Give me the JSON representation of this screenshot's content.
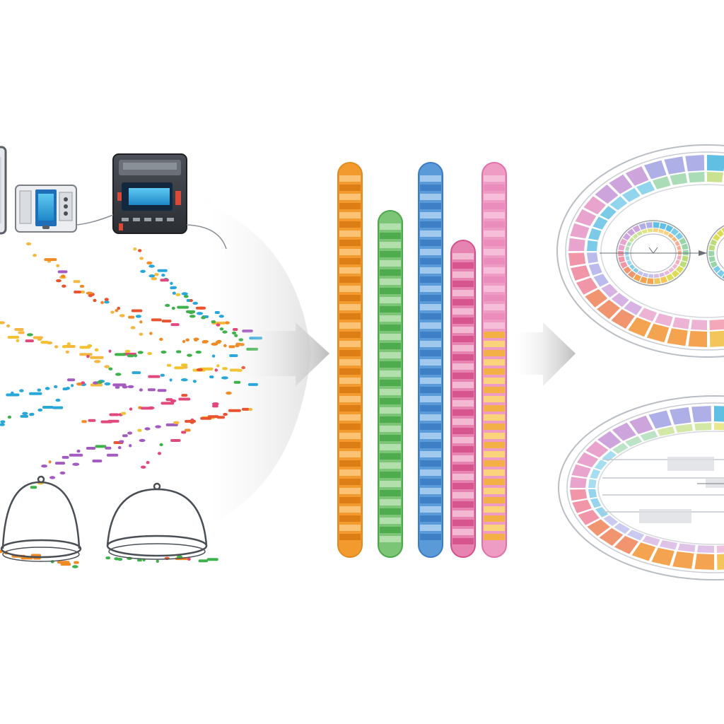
{
  "diagram": {
    "stages": [
      "sequencing-input",
      "chromosome-assembly",
      "circular-genome-map"
    ],
    "instruments": [
      {
        "name": "tablet-device"
      },
      {
        "name": "benchtop-sequencer"
      },
      {
        "name": "sequencing-workstation"
      }
    ],
    "read_colors": [
      "#f4b740",
      "#f08a24",
      "#e8542f",
      "#2aa7d9",
      "#3fb14a",
      "#a35bbf",
      "#e0497b",
      "#f2c230"
    ],
    "chromosomes": [
      {
        "name": "orange",
        "color": "#f39a2e",
        "light": "#fbc77a",
        "band": "#d97a14",
        "stroke": "#e08a20"
      },
      {
        "name": "green",
        "color": "#7cc576",
        "light": "#b8e1b2",
        "band": "#4aa84a",
        "stroke": "#4aa84a"
      },
      {
        "name": "blue",
        "color": "#5a9ad8",
        "light": "#a8cdf0",
        "band": "#3b7cc4",
        "stroke": "#3b7cc4"
      },
      {
        "name": "pink",
        "color": "#e783b0",
        "light": "#f5bfd6",
        "band": "#d4508b",
        "stroke": "#d4508b"
      },
      {
        "name": "pink-yellow",
        "color": "#ee9cc4",
        "light": "#f9d06a",
        "band": "#f0a92c",
        "stroke": "#e070a8"
      }
    ],
    "ring_palette": [
      "#4fb8e0",
      "#6cc6e8",
      "#8fd0a0",
      "#b5d86a",
      "#d8d848",
      "#f2c04a",
      "#f39a3e",
      "#f08a60",
      "#ef8aa0",
      "#e59ac6",
      "#c89ad8",
      "#a6a6e6"
    ]
  }
}
